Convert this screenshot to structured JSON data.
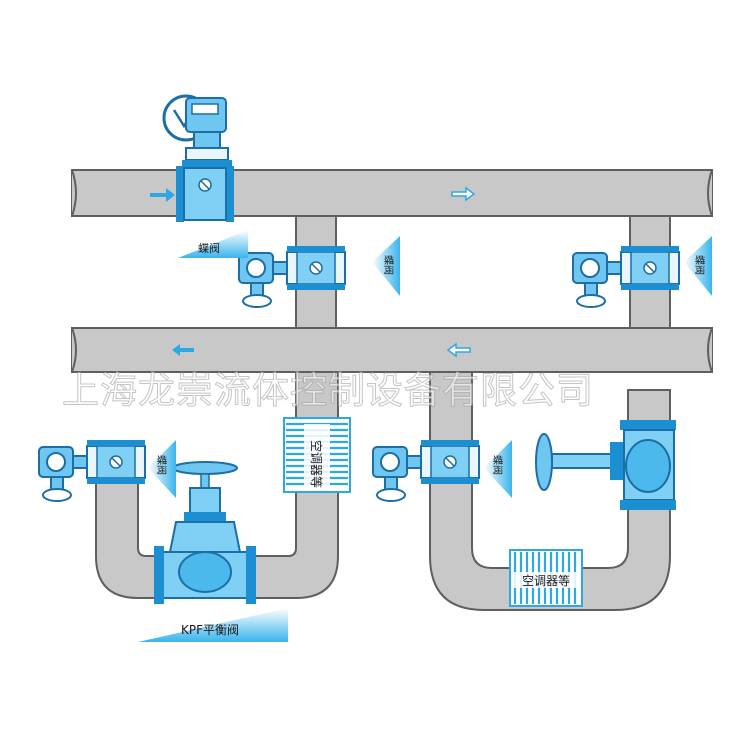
{
  "colors": {
    "pipe": "#c8c8c8",
    "pipe_stroke": "#5f5f5f",
    "valve_blue": "#2ea8e4",
    "valve_outline": "#1b6fa6",
    "label_triangle": "#38b6ee"
  },
  "labels": {
    "butterfly_top": "蝶阀",
    "butterfly_right1": "蝶阀",
    "butterfly_right2": "蝶阀",
    "butterfly_lower_left": "蝶阀",
    "butterfly_lower_mid": "蝶阀",
    "coil_left": "空调器等",
    "coil_bottom": "空调器等",
    "kpf": "KPF平衡阀"
  },
  "watermark": "上海龙崇流体控制设备有限公司"
}
